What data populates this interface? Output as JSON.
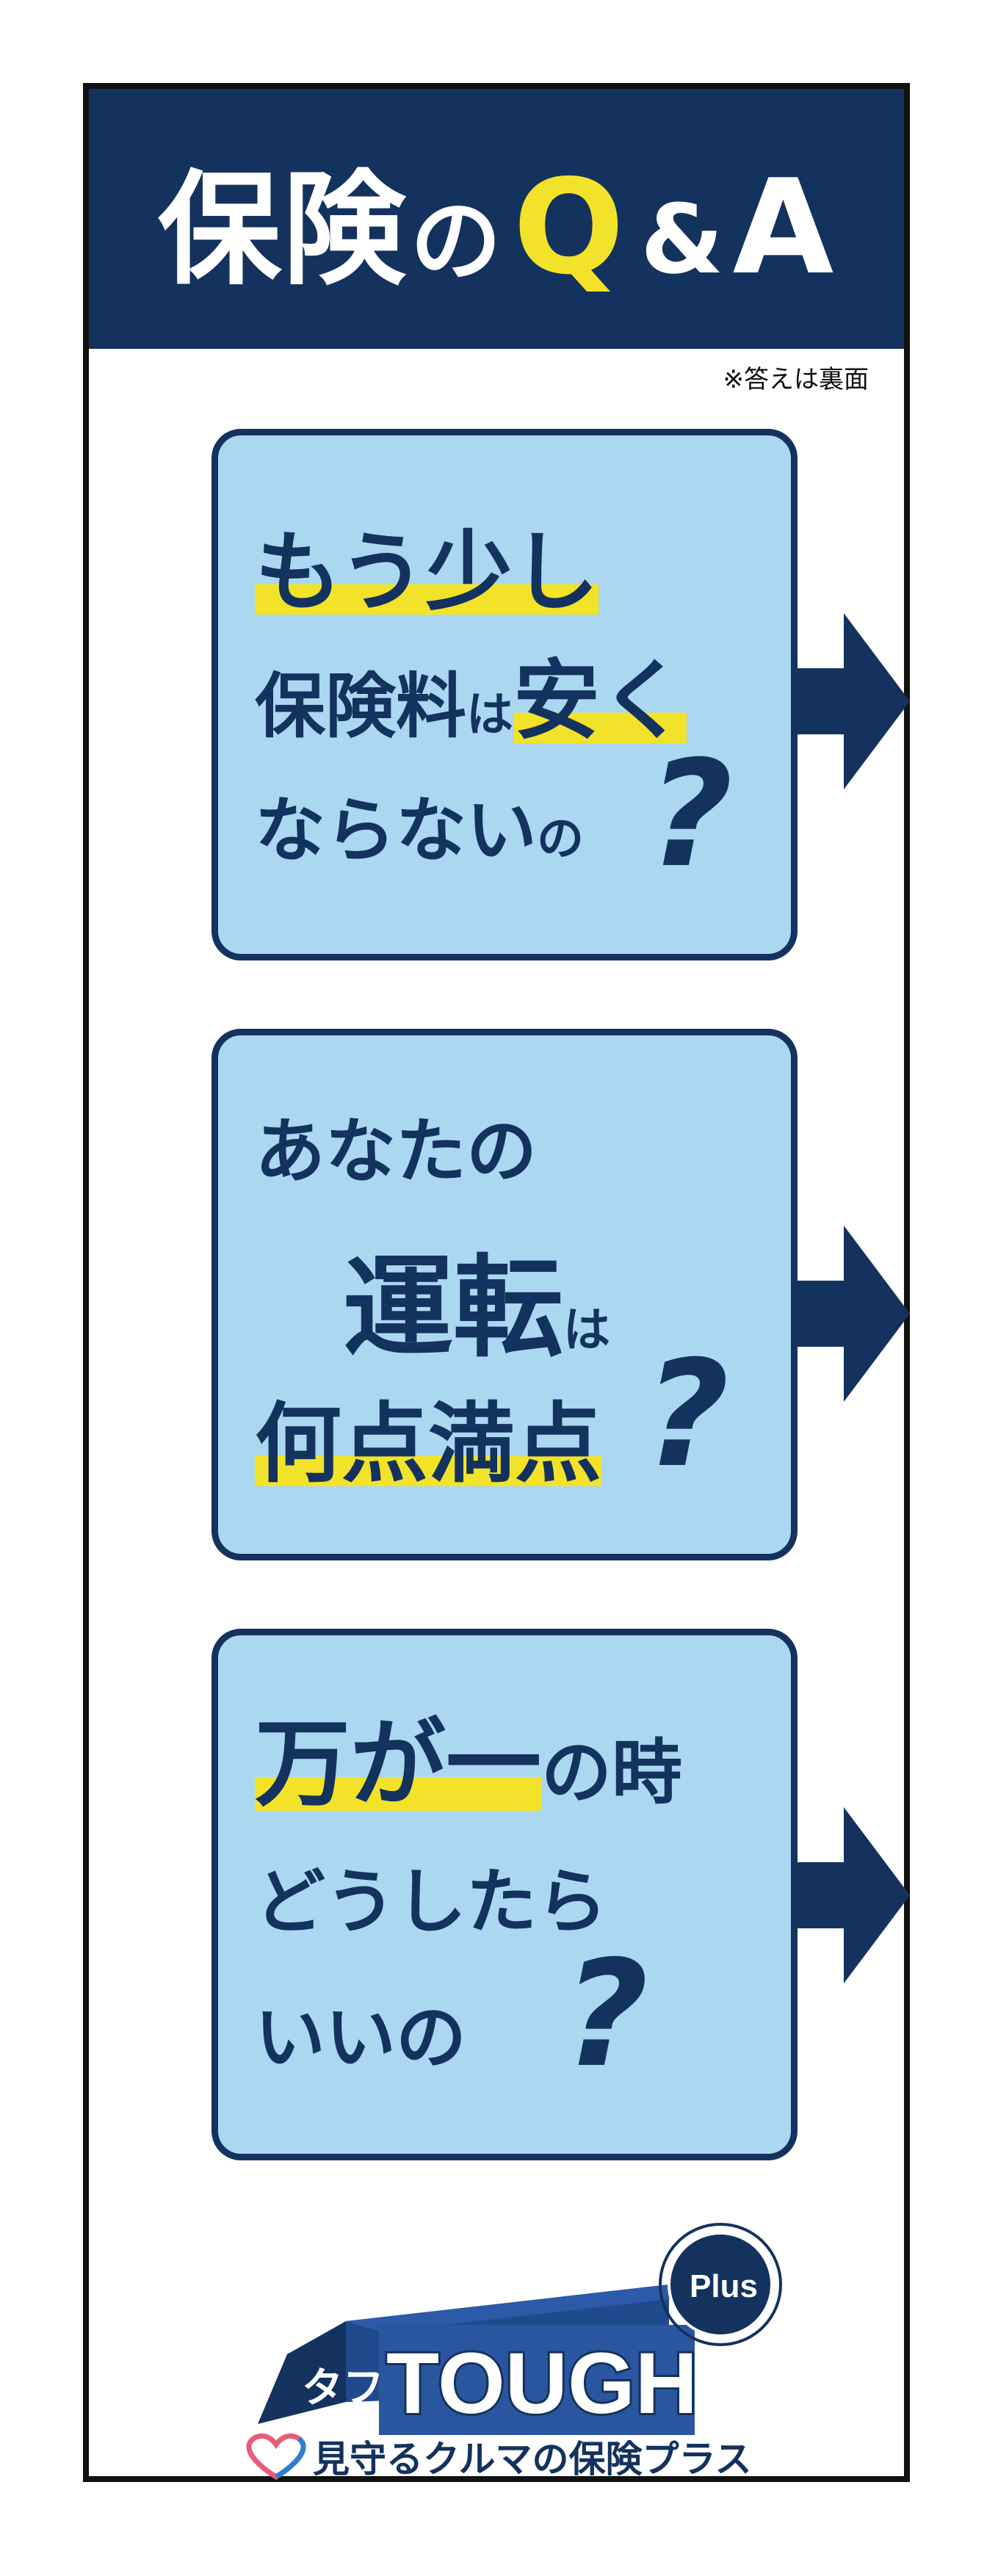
{
  "header": {
    "t1": "保険",
    "t2": "の",
    "q": "Q",
    "amp": "&",
    "a": "A"
  },
  "note": "※答えは裏面",
  "cards": [
    {
      "l1": "もう少し",
      "l2a": "保険料",
      "l2b": "は",
      "l2c": "安く",
      "l3a": "ならない",
      "l3b": "の",
      "q": "?"
    },
    {
      "l1": "あなたの",
      "l2a": "運転",
      "l2b": "は",
      "l3": "何点満点",
      "q": "?"
    },
    {
      "l1a": "万が一",
      "l1b": "の時",
      "l2": "どうしたら",
      "l3": "いいの",
      "q": "?"
    }
  ],
  "logo": {
    "side": "タフ",
    "main": "TOUGH",
    "plus": "Plus",
    "tagline": "見守るクルマの保険プラス"
  },
  "colors": {
    "navy": "#14325e",
    "yellow": "#f2e32a",
    "light_blue": "#abd7f1"
  }
}
